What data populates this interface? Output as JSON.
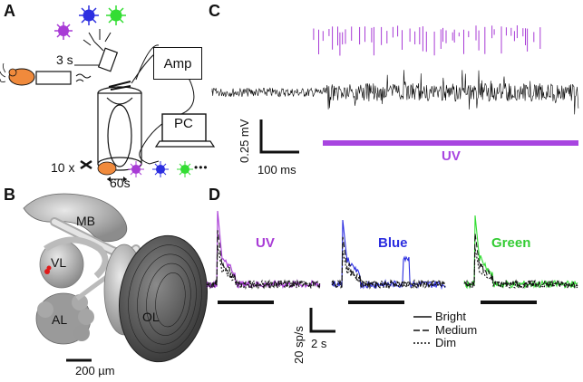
{
  "panels": {
    "a": "A",
    "b": "B",
    "c": "C",
    "d": "D"
  },
  "panel_a": {
    "stim_duration": "3 s",
    "amp_label": "Amp",
    "pc_label": "PC",
    "repeat_label": "10 x",
    "interval_label": "60s",
    "ellipsis": "•••"
  },
  "panel_b": {
    "regions": [
      "MB",
      "VL",
      "AL",
      "OL"
    ],
    "scalebar": "200 µm"
  },
  "panel_c": {
    "scale_voltage": "0.25 mV",
    "scale_time": "100 ms",
    "stimulus_label": "UV"
  },
  "panel_d": {
    "conditions": [
      "UV",
      "Blue",
      "Green"
    ],
    "scale_rate": "20 sp/s",
    "scale_time": "2 s",
    "legend": [
      "Bright",
      "Medium",
      "Dim"
    ]
  },
  "colors": {
    "uv": "#a83bd6",
    "blue": "#2c2ee0",
    "green": "#33dd33",
    "orange": "#f08a3c",
    "uv_bar": "#a845e0",
    "brain_dark": "#555555",
    "brain_light": "#cccccc"
  }
}
